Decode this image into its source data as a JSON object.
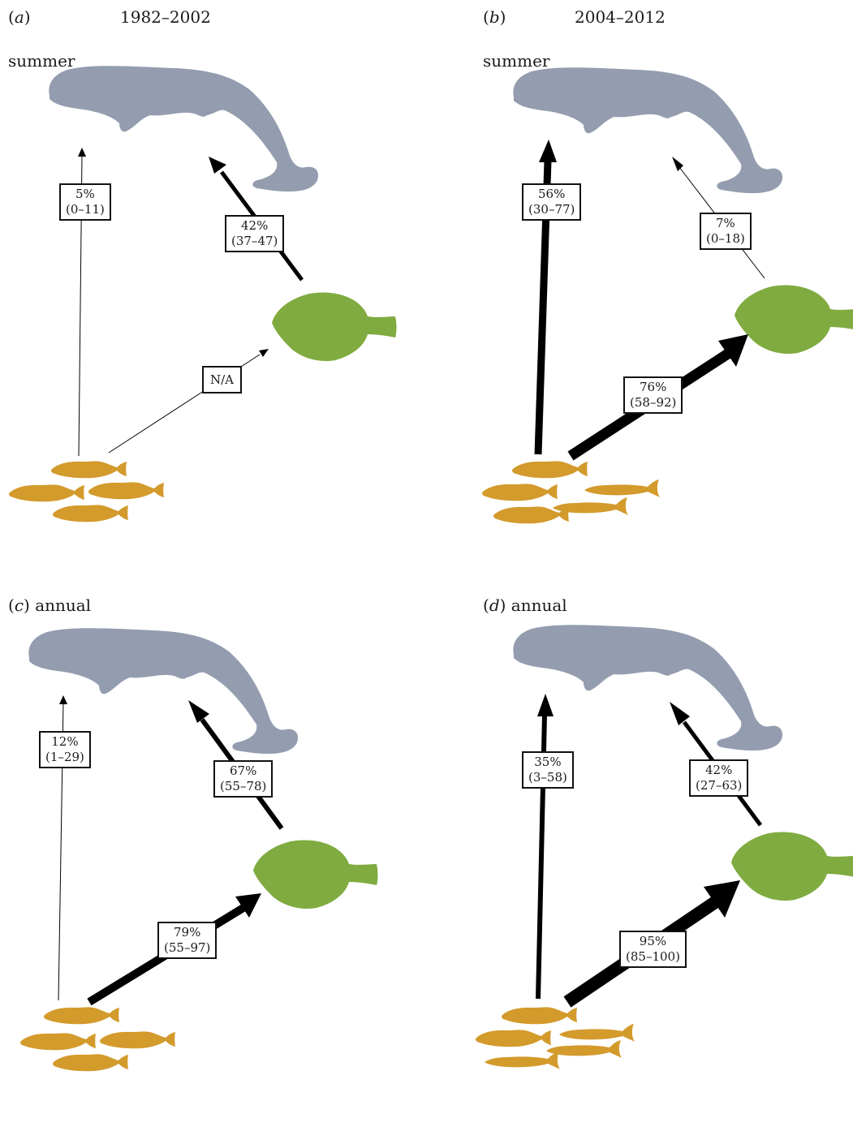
{
  "colors": {
    "whale": "#939daf",
    "flatfish": "#80ab40",
    "forage_fish": "#d39a2c",
    "arrow": "#000000"
  },
  "panels": {
    "a": {
      "letter": "a",
      "period": "1982–2002",
      "season": "summer",
      "whale_arrow": {
        "pct": "5%",
        "range": "(0–11)"
      },
      "flatfish_arrow": {
        "pct": "42%",
        "range": "(37–47)"
      },
      "fish_to_flatfish": {
        "label": "N/A"
      }
    },
    "b": {
      "letter": "b",
      "period": "2004–2012",
      "season": "summer",
      "whale_arrow": {
        "pct": "56%",
        "range": "(30–77)"
      },
      "flatfish_arrow": {
        "pct": "7%",
        "range": "(0–18)"
      },
      "fish_to_flatfish": {
        "pct": "76%",
        "range": "(58–92)"
      }
    },
    "c": {
      "letter": "c",
      "season": "annual",
      "whale_arrow": {
        "pct": "12%",
        "range": "(1–29)"
      },
      "flatfish_arrow": {
        "pct": "67%",
        "range": "(55–78)"
      },
      "fish_to_flatfish": {
        "pct": "79%",
        "range": "(55–97)"
      }
    },
    "d": {
      "letter": "d",
      "season": "annual",
      "whale_arrow": {
        "pct": "35%",
        "range": "(3–58)"
      },
      "flatfish_arrow": {
        "pct": "42%",
        "range": "(27–63)"
      },
      "fish_to_flatfish": {
        "pct": "95%",
        "range": "(85–100)"
      }
    }
  }
}
